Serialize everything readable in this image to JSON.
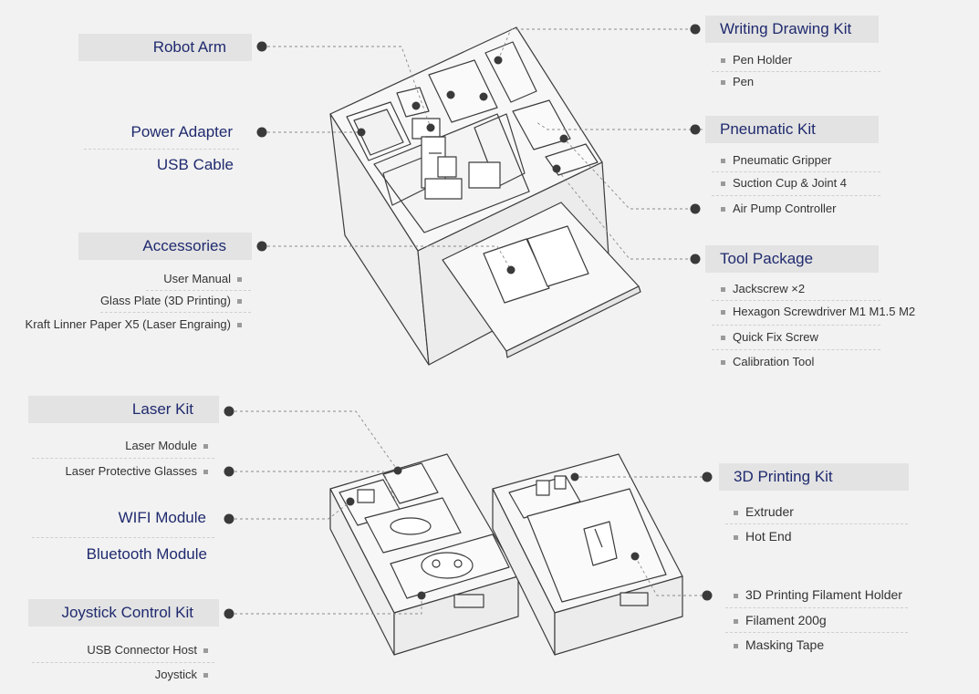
{
  "top_left": {
    "robot_arm": "Robot Arm",
    "power_adapter": "Power Adapter",
    "usb_cable": "USB Cable",
    "accessories": {
      "title": "Accessories",
      "items": [
        "User Manual",
        "Glass Plate (3D Printing)",
        "Kraft Linner Paper X5 (Laser Engraing)"
      ]
    }
  },
  "top_right": {
    "writing_drawing_kit": {
      "title": "Writing Drawing Kit",
      "items": [
        "Pen Holder",
        "Pen"
      ]
    },
    "pneumatic_kit": {
      "title": "Pneumatic Kit",
      "items": [
        "Pneumatic Gripper",
        "Suction Cup & Joint 4",
        "Air Pump Controller"
      ]
    },
    "tool_package": {
      "title": "Tool Package",
      "items": [
        "Jackscrew ×2",
        "Hexagon Screwdriver  M1 M1.5 M2",
        "Quick Fix Screw",
        "Calibration Tool"
      ]
    }
  },
  "bottom_left": {
    "laser_kit": {
      "title": "Laser Kit",
      "items": [
        "Laser Module",
        "Laser Protective Glasses"
      ]
    },
    "wifi_module": "WIFI Module",
    "bluetooth_module": "Bluetooth Module",
    "joystick_control_kit": {
      "title": "Joystick Control Kit",
      "items": [
        "USB Connector Host",
        "Joystick"
      ]
    }
  },
  "bottom_right": {
    "printing_kit": {
      "title": "3D Printing Kit",
      "items": [
        "Extruder",
        "Hot End",
        "3D Printing Filament Holder",
        "Filament 200g",
        "Masking Tape"
      ]
    }
  },
  "package_labels": {
    "manual_cover": "",
    "card_cover": ""
  },
  "colors": {
    "background": "#f2f2f2",
    "heading_bar": "#e3e3e3",
    "heading_text": "#1f2a6e",
    "marker": "#3a3a3a",
    "line_art": "#3c3c3c"
  }
}
